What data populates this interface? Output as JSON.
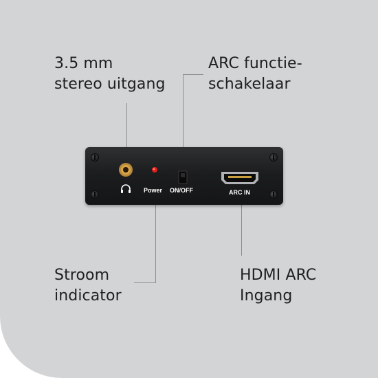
{
  "callouts": {
    "stereo_out": {
      "line1": "3.5 mm",
      "line2": "stereo uitgang"
    },
    "arc_switch": {
      "line1": "ARC functie-",
      "line2": "schakelaar"
    },
    "power_indicator": {
      "line1": "Stroom",
      "line2": "indicator"
    },
    "hdmi_arc": {
      "line1": "HDMI ARC",
      "line2": "Ingang"
    }
  },
  "device": {
    "power_label": "Power",
    "switch_label": "ON/OFF",
    "hdmi_label": "ARC IN"
  },
  "colors": {
    "background": "#d2d4d6",
    "device_body": "#1c1d1f",
    "led": "#e0201a",
    "leader_line": "#8c8c8c"
  },
  "icons": [
    "headphone-icon",
    "power-led-icon",
    "toggle-switch-icon",
    "hdmi-port-icon",
    "screw-icon"
  ]
}
